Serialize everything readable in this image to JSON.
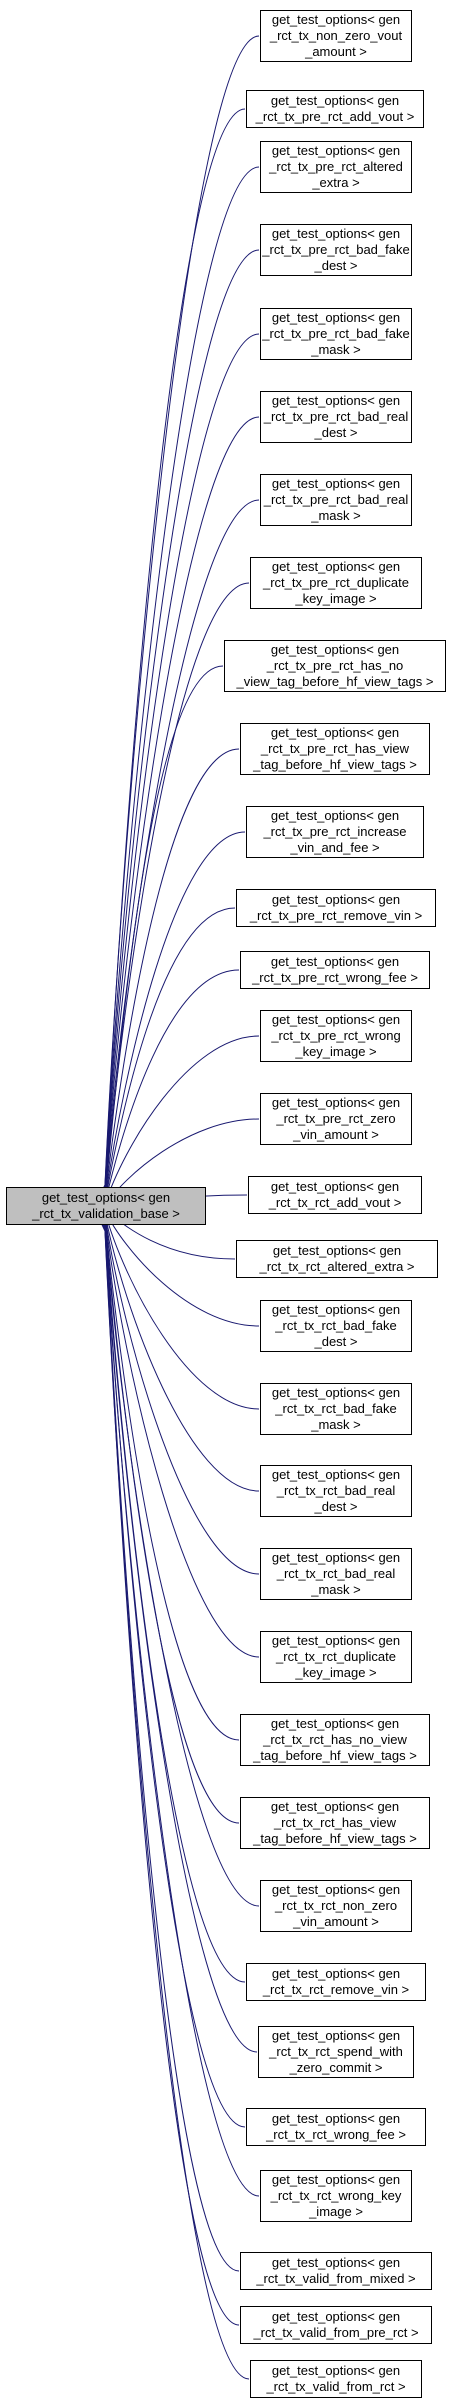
{
  "graph": {
    "edge_color": "#191970",
    "root": {
      "lines": [
        "get_test_options< gen",
        "_rct_tx_validation_base >"
      ]
    },
    "nodes": [
      {
        "lines": [
          "get_test_options< gen",
          "_rct_tx_non_zero_vout",
          "_amount >"
        ]
      },
      {
        "lines": [
          "get_test_options< gen",
          "_rct_tx_pre_rct_add_vout >"
        ]
      },
      {
        "lines": [
          "get_test_options< gen",
          "_rct_tx_pre_rct_altered",
          "_extra >"
        ]
      },
      {
        "lines": [
          "get_test_options< gen",
          "_rct_tx_pre_rct_bad_fake",
          "_dest >"
        ]
      },
      {
        "lines": [
          "get_test_options< gen",
          "_rct_tx_pre_rct_bad_fake",
          "_mask >"
        ]
      },
      {
        "lines": [
          "get_test_options< gen",
          "_rct_tx_pre_rct_bad_real",
          "_dest >"
        ]
      },
      {
        "lines": [
          "get_test_options< gen",
          "_rct_tx_pre_rct_bad_real",
          "_mask >"
        ]
      },
      {
        "lines": [
          "get_test_options< gen",
          "_rct_tx_pre_rct_duplicate",
          "_key_image >"
        ]
      },
      {
        "lines": [
          "get_test_options< gen",
          "_rct_tx_pre_rct_has_no",
          "_view_tag_before_hf_view_tags >"
        ]
      },
      {
        "lines": [
          "get_test_options< gen",
          "_rct_tx_pre_rct_has_view",
          "_tag_before_hf_view_tags >"
        ]
      },
      {
        "lines": [
          "get_test_options< gen",
          "_rct_tx_pre_rct_increase",
          "_vin_and_fee >"
        ]
      },
      {
        "lines": [
          "get_test_options< gen",
          "_rct_tx_pre_rct_remove_vin >"
        ]
      },
      {
        "lines": [
          "get_test_options< gen",
          "_rct_tx_pre_rct_wrong_fee >"
        ]
      },
      {
        "lines": [
          "get_test_options< gen",
          "_rct_tx_pre_rct_wrong",
          "_key_image >"
        ]
      },
      {
        "lines": [
          "get_test_options< gen",
          "_rct_tx_pre_rct_zero",
          "_vin_amount >"
        ]
      },
      {
        "lines": [
          "get_test_options< gen",
          "_rct_tx_rct_add_vout >"
        ]
      },
      {
        "lines": [
          "get_test_options< gen",
          "_rct_tx_rct_altered_extra >"
        ]
      },
      {
        "lines": [
          "get_test_options< gen",
          "_rct_tx_rct_bad_fake",
          "_dest >"
        ]
      },
      {
        "lines": [
          "get_test_options< gen",
          "_rct_tx_rct_bad_fake",
          "_mask >"
        ]
      },
      {
        "lines": [
          "get_test_options< gen",
          "_rct_tx_rct_bad_real",
          "_dest >"
        ]
      },
      {
        "lines": [
          "get_test_options< gen",
          "_rct_tx_rct_bad_real",
          "_mask >"
        ]
      },
      {
        "lines": [
          "get_test_options< gen",
          "_rct_tx_rct_duplicate",
          "_key_image >"
        ]
      },
      {
        "lines": [
          "get_test_options< gen",
          "_rct_tx_rct_has_no_view",
          "_tag_before_hf_view_tags >"
        ]
      },
      {
        "lines": [
          "get_test_options< gen",
          "_rct_tx_rct_has_view",
          "_tag_before_hf_view_tags >"
        ]
      },
      {
        "lines": [
          "get_test_options< gen",
          "_rct_tx_rct_non_zero",
          "_vin_amount >"
        ]
      },
      {
        "lines": [
          "get_test_options< gen",
          "_rct_tx_rct_remove_vin >"
        ]
      },
      {
        "lines": [
          "get_test_options< gen",
          "_rct_tx_rct_spend_with",
          "_zero_commit >"
        ]
      },
      {
        "lines": [
          "get_test_options< gen",
          "_rct_tx_rct_wrong_fee >"
        ]
      },
      {
        "lines": [
          "get_test_options< gen",
          "_rct_tx_rct_wrong_key",
          "_image >"
        ]
      },
      {
        "lines": [
          "get_test_options< gen",
          "_rct_tx_valid_from_mixed >"
        ]
      },
      {
        "lines": [
          "get_test_options< gen",
          "_rct_tx_valid_from_pre_rct >"
        ]
      },
      {
        "lines": [
          "get_test_options< gen",
          "_rct_tx_valid_from_rct >"
        ]
      }
    ]
  }
}
